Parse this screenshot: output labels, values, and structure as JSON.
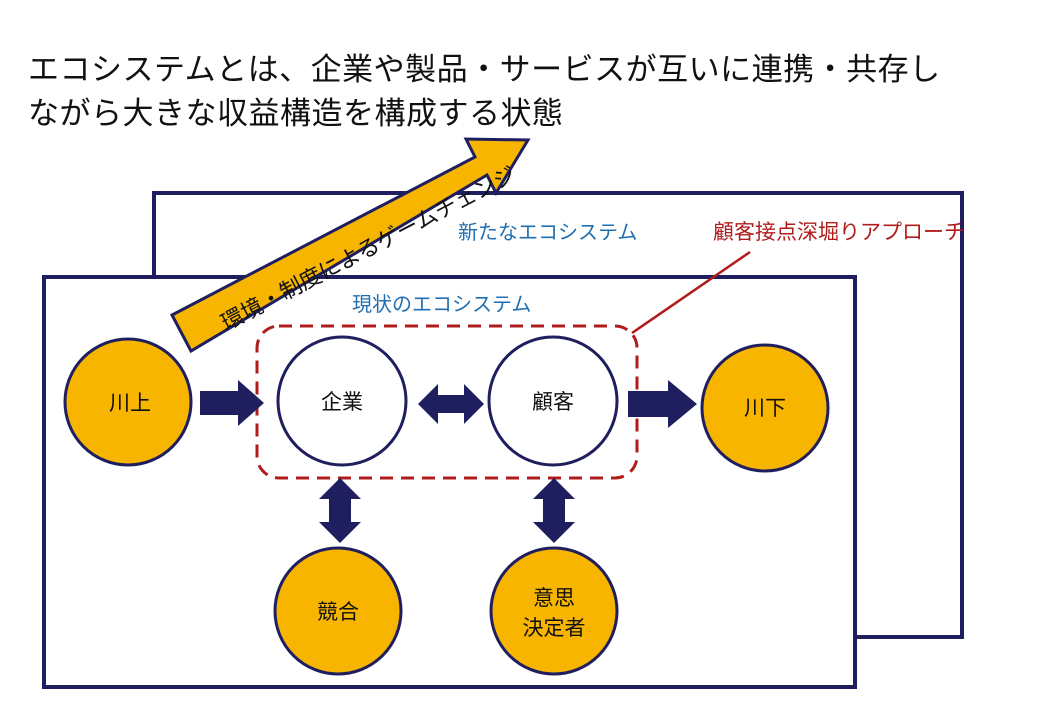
{
  "title": {
    "line1": "エコシステムとは、企業や製品・サービスが互いに連携・共存し",
    "line2": "ながら大きな収益構造を構成する状態"
  },
  "labels": {
    "new_ecosystem": "新たなエコシステム",
    "current_ecosystem": "現状のエコシステム",
    "approach": "顧客接点深堀りアプローチ",
    "game_change": "環境・制度によるゲームチェンジ"
  },
  "nodes": {
    "kawakami": "川上",
    "kigyo": "企業",
    "kokyaku": "顧客",
    "kawashimo": "川下",
    "kyogo": "競合",
    "ishi_line1": "意思",
    "ishi_line2": "決定者"
  },
  "colors": {
    "navy": "#1f1f5f",
    "gold": "#f7b500",
    "red": "#b01c1c",
    "blue_label": "#1f6fb2"
  }
}
